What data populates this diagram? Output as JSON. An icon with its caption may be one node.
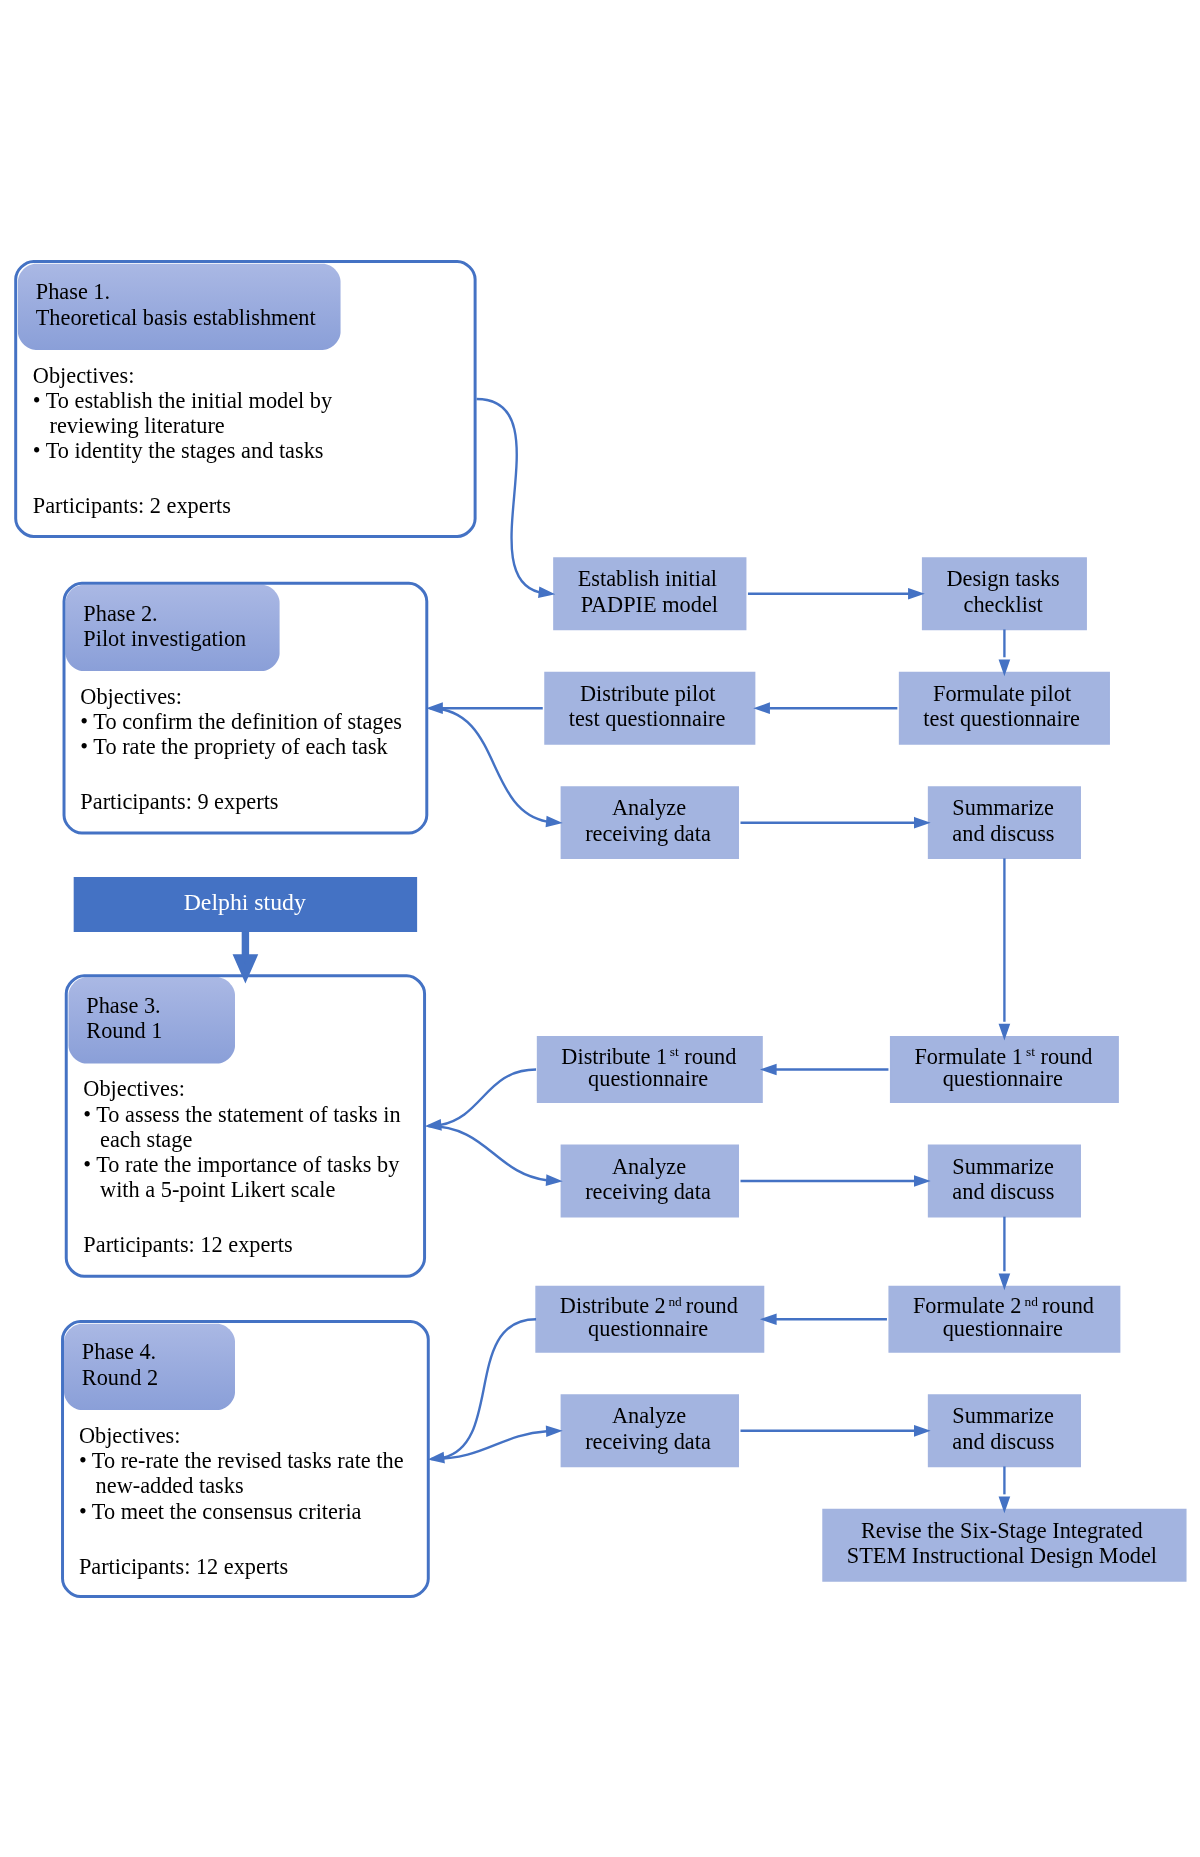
{
  "diagram": {
    "nodes": [
      {
        "text": [
          "Phase 1. Theoretical basis establishment",
          "Objectives:",
          "• To establish the initial model by reviewing literature",
          "• To identity the stages and tasks",
          "Participants: 2 experts"
        ]
      },
      {
        "text": [
          "Establish initial PADPIE model"
        ]
      },
      {
        "text": [
          "Design tasks checklist"
        ]
      },
      {
        "text": [
          "Phase 2. Pilot investigation",
          "Objectives:",
          "• To confirm the definition of stages",
          "• To rate the propriety of each task",
          "Participants: 9 experts"
        ]
      },
      {
        "text": [
          "Distribute pilot test questionnaire"
        ]
      },
      {
        "text": [
          "Formulate pilot test questionnaire"
        ]
      },
      {
        "text": [
          "Analyze receiving data"
        ]
      },
      {
        "text": [
          "Summarize and discuss"
        ]
      },
      {
        "text": [
          "Delphi study"
        ]
      },
      {
        "text": [
          "Phase 3. Round 1",
          "Objectives:",
          "• To assess the statement of tasks in each stage",
          "• To rate the importance of tasks by with a 5-point Likert scale",
          "Participants: 12 experts"
        ]
      },
      {
        "text": [
          "Distribute 1$^{st}$ round questionnaire"
        ]
      },
      {
        "text": [
          "Formulate 1$^{st}$ round questionnaire"
        ]
      },
      {
        "text": [
          "Analyze receiving data"
        ]
      },
      {
        "text": [
          "Summarize and discuss"
        ]
      },
      {
        "text": [
          "Phase 4. Round 2",
          "Objectives:",
          "• To re-rate the revised tasks rate the new-added tasks",
          "• To meet the consensus criteria",
          "Participants: 12 experts"
        ]
      },
      {
        "text": [
          "Distribute 2$^{nd}$ round questionnaire"
        ]
      },
      {
        "text": [
          "Formulate 2$^{nd}$ round questionnaire"
        ]
      },
      {
        "text": [
          "Analyze receiving data"
        ]
      },
      {
        "text": [
          "Summarize and discuss"
        ]
      },
      {
        "text": [
          "Revise the Six-Stage Integrated STEM Instructional Design Model"
        ]
      }
    ],
    "edges": [
      {
        "from": 0,
        "to": 1,
        "arrow": "to"
      },
      {
        "from": 1,
        "to": 2,
        "arrow": "to"
      },
      {
        "from": 2,
        "to": 5,
        "arrow": "to"
      },
      {
        "from": 5,
        "to": 4,
        "arrow": "to"
      },
      {
        "from": 4,
        "to": 3,
        "arrow": "to"
      },
      {
        "from": 3,
        "to": 6,
        "arrow": "to"
      },
      {
        "from": 6,
        "to": 7,
        "arrow": "to"
      },
      {
        "from": 7,
        "to": 11,
        "arrow": "to"
      },
      {
        "from": 8,
        "to": 9,
        "arrow": "to",
        "style": "thick"
      },
      {
        "from": 11,
        "to": 10,
        "arrow": "to"
      },
      {
        "from": 10,
        "to": 9,
        "arrow": "to"
      },
      {
        "from": 9,
        "to": 12,
        "arrow": "to"
      },
      {
        "from": 12,
        "to": 13,
        "arrow": "to"
      },
      {
        "from": 13,
        "to": 16,
        "arrow": "to"
      },
      {
        "from": 16,
        "to": 15,
        "arrow": "to"
      },
      {
        "from": 15,
        "to": 14,
        "arrow": "to"
      },
      {
        "from": 14,
        "to": 17,
        "arrow": "to"
      },
      {
        "from": 17,
        "to": 18,
        "arrow": "to"
      },
      {
        "from": 18,
        "to": 19,
        "arrow": "to"
      }
    ]
  }
}
